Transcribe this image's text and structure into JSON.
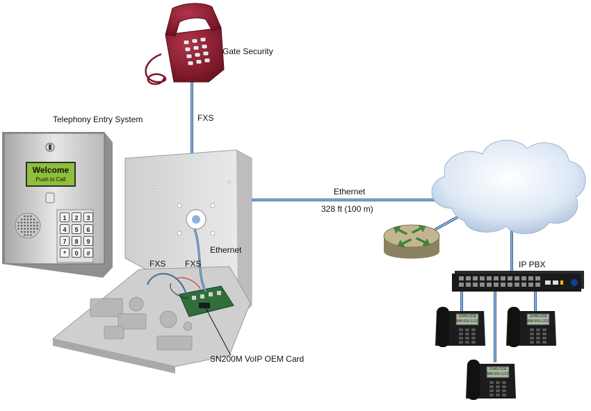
{
  "labels": {
    "gate_security": "Gate Security",
    "fxs_top": "FXS",
    "telephony_entry_system": "Telephony Entry System",
    "ethernet_link": "Ethernet",
    "distance": "328 ft (100 m)",
    "ethernet_inside": "Ethernet",
    "fxs_left": "FXS",
    "fxs_right": "FXS",
    "ip_pbx": "IP PBX",
    "voip_card": "SN200M VoIP OEM Card"
  },
  "entry_panel": {
    "display_line1": "Welcome",
    "display_line2": "Push to Call",
    "keys": [
      "1",
      "2",
      "3",
      "4",
      "5",
      "6",
      "7",
      "8",
      "9",
      "*",
      "0",
      "#"
    ]
  },
  "ip_phone_screen": {
    "line1": "JOHN DOE",
    "line2": "888-555-1212"
  },
  "colors": {
    "cable": "#6b8fb5",
    "phone_red": "#8b1a2b",
    "lcd": "#8fbf3a",
    "cloud": "#dfe9f6",
    "router": "#b7ab86",
    "enclosure": "#d9d9d9"
  }
}
